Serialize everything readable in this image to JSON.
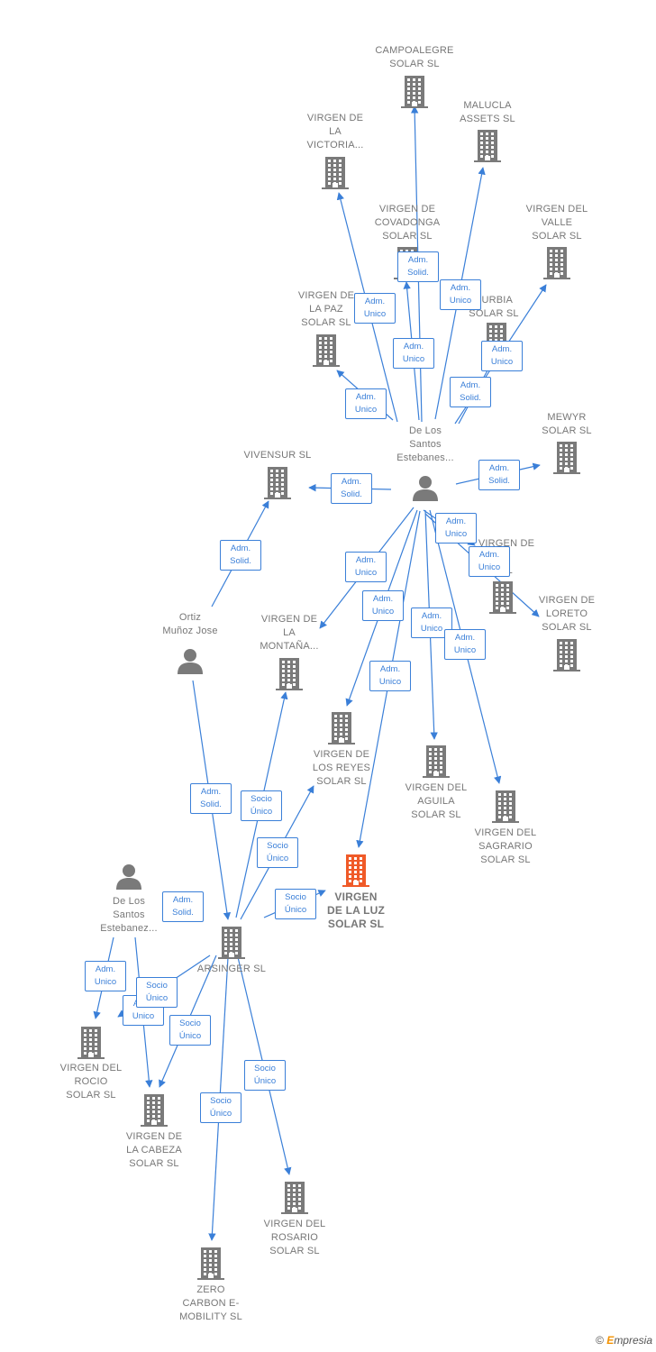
{
  "brand": {
    "initial": "E",
    "rest": "mpresia"
  },
  "colors": {
    "edge": "#3a7fd8",
    "company": "#7a7a7a",
    "focus": "#f05a28",
    "person": "#7a7a7a"
  },
  "nodes": [
    {
      "id": "campoalegre",
      "type": "company",
      "label": "CAMPOALEGRE\nSOLAR  SL"
    },
    {
      "id": "malucla",
      "type": "company",
      "label": "MALUCLA\nASSETS  SL"
    },
    {
      "id": "victoria",
      "type": "company",
      "label": "VIRGEN DE\nLA\nVICTORIA..."
    },
    {
      "id": "covadonga",
      "type": "company",
      "label": "VIRGEN DE\nCOVADONGA\nSOLAR  SL"
    },
    {
      "id": "valle",
      "type": "company",
      "label": "VIRGEN DEL\nVALLE\nSOLAR  SL"
    },
    {
      "id": "paz",
      "type": "company",
      "label": "VIRGEN DE\nLA PAZ\nSOLAR  SL"
    },
    {
      "id": "surbia",
      "type": "company",
      "label": "SURBIA\nSOLAR  SL"
    },
    {
      "id": "estebanes1",
      "type": "person",
      "label": "De Los\nSantos\nEstebanes..."
    },
    {
      "id": "mewyr",
      "type": "company",
      "label": "MEWYR\nSOLAR  SL"
    },
    {
      "id": "vivensur",
      "type": "company",
      "label": "VIVENSUR SL"
    },
    {
      "id": "vde_hidden",
      "type": "company",
      "label": "VIRGEN DE\nS\nSL"
    },
    {
      "id": "loreto",
      "type": "company",
      "label": "VIRGEN DE\nLORETO\nSOLAR  SL"
    },
    {
      "id": "ortiz",
      "type": "person",
      "label": "Ortiz\nMuñoz Jose"
    },
    {
      "id": "montana",
      "type": "company",
      "label": "VIRGEN DE\nLA\nMONTAÑA..."
    },
    {
      "id": "reyes",
      "type": "company",
      "label": "VIRGEN DE\nLOS REYES\nSOLAR  SL"
    },
    {
      "id": "aguila",
      "type": "company",
      "label": "VIRGEN DEL\nAGUILA\nSOLAR  SL"
    },
    {
      "id": "sagrario",
      "type": "company",
      "label": "VIRGEN DEL\nSAGRARIO\nSOLAR  SL"
    },
    {
      "id": "luz",
      "type": "focus",
      "label": "VIRGEN\nDE LA LUZ\nSOLAR  SL"
    },
    {
      "id": "estebanez2",
      "type": "person",
      "label": "De Los\nSantos\nEstebanez..."
    },
    {
      "id": "arsinger",
      "type": "company",
      "label": "ARSINGER  SL"
    },
    {
      "id": "rocio",
      "type": "company",
      "label": "VIRGEN DEL\nROCIO\nSOLAR  SL"
    },
    {
      "id": "cabeza",
      "type": "company",
      "label": "VIRGEN DE\nLA CABEZA\nSOLAR  SL"
    },
    {
      "id": "rosario",
      "type": "company",
      "label": "VIRGEN DEL\nROSARIO\nSOLAR  SL"
    },
    {
      "id": "zero",
      "type": "company",
      "label": "ZERO\nCARBON E-\nMOBILITY  SL"
    }
  ],
  "edges": [
    {
      "from": "estebanes1",
      "to": "campoalegre",
      "badge": "Adm.\nSolid."
    },
    {
      "from": "estebanes1",
      "to": "malucla",
      "badge": "Adm.\nUnico"
    },
    {
      "from": "estebanes1",
      "to": "victoria",
      "badge": "Adm.\nUnico"
    },
    {
      "from": "estebanes1",
      "to": "covadonga",
      "badge": "Adm.\nUnico"
    },
    {
      "from": "estebanes1",
      "to": "valle",
      "badge": "Adm.\nUnico"
    },
    {
      "from": "estebanes1",
      "to": "paz",
      "badge": "Adm.\nUnico"
    },
    {
      "from": "estebanes1",
      "to": "surbia",
      "badge": "Adm.\nSolid."
    },
    {
      "from": "estebanes1",
      "to": "mewyr",
      "badge": "Adm.\nSolid."
    },
    {
      "from": "estebanes1",
      "to": "vivensur",
      "badge": "Adm.\nSolid."
    },
    {
      "from": "estebanes1",
      "to": "vde_hidden",
      "badge": "Adm.\nUnico"
    },
    {
      "from": "estebanes1",
      "to": "loreto",
      "badge": "Adm.\nUnico"
    },
    {
      "from": "estebanes1",
      "to": "montana",
      "badge": "Adm.\nUnico"
    },
    {
      "from": "estebanes1",
      "to": "reyes",
      "badge": "Adm.\nUnico"
    },
    {
      "from": "estebanes1",
      "to": "aguila",
      "badge": "Adm.\nUnico"
    },
    {
      "from": "estebanes1",
      "to": "sagrario",
      "badge": "Adm.\nUnico"
    },
    {
      "from": "estebanes1",
      "to": "luz",
      "badge": "Adm.\nUnico"
    },
    {
      "from": "ortiz",
      "to": "vivensur",
      "badge": "Adm.\nSolid."
    },
    {
      "from": "ortiz",
      "to": "arsinger",
      "badge": "Adm.\nSolid."
    },
    {
      "from": "arsinger",
      "to": "montana",
      "badge": "Socio\nÚnico"
    },
    {
      "from": "arsinger",
      "to": "reyes",
      "badge": "Socio\nÚnico"
    },
    {
      "from": "arsinger",
      "to": "luz",
      "badge": "Socio\nÚnico"
    },
    {
      "from": "estebanez2",
      "to": "arsinger",
      "badge": "Adm.\nSolid."
    },
    {
      "from": "estebanez2",
      "to": "rocio",
      "badge": "Adm.\nUnico"
    },
    {
      "from": "estebanez2",
      "to": "cabeza",
      "badge": "Adm.\nUnico"
    },
    {
      "from": "arsinger",
      "to": "rocio",
      "badge": "Socio\nÚnico"
    },
    {
      "from": "arsinger",
      "to": "cabeza",
      "badge": "Socio\nÚnico"
    },
    {
      "from": "arsinger",
      "to": "rosario",
      "badge": "Socio\nÚnico"
    },
    {
      "from": "arsinger",
      "to": "zero",
      "badge": "Socio\nÚnico"
    }
  ]
}
